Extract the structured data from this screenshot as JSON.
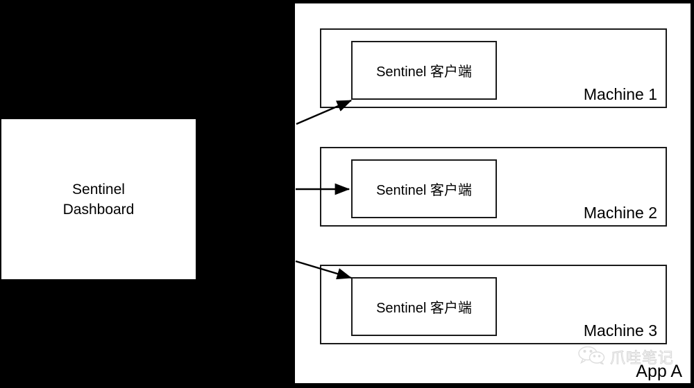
{
  "diagram": {
    "title": "Sentinel Dashboard and Sentinel clients across machines",
    "background_color": "#000000",
    "panel_color": "#ffffff",
    "stroke_color": "#1a1a1a"
  },
  "dashboard": {
    "label": "Sentinel\nDashboard"
  },
  "app": {
    "label": "App A",
    "machines": [
      {
        "name": "Machine 1",
        "client_label": "Sentinel 客户端"
      },
      {
        "name": "Machine 2",
        "client_label": "Sentinel 客户端"
      },
      {
        "name": "Machine 3",
        "client_label": "Sentinel 客户端"
      }
    ]
  },
  "connections": [
    {
      "from": "Sentinel Dashboard",
      "to": "Machine 1 Sentinel 客户端",
      "style": "arrow"
    },
    {
      "from": "Sentinel Dashboard",
      "to": "Machine 2 Sentinel 客户端",
      "style": "arrow"
    },
    {
      "from": "Sentinel Dashboard",
      "to": "Machine 3 Sentinel 客户端",
      "style": "arrow"
    }
  ],
  "watermark": {
    "text": "爪哇笔记",
    "icon": "wechat-logo",
    "color": "#b8b8b8"
  }
}
